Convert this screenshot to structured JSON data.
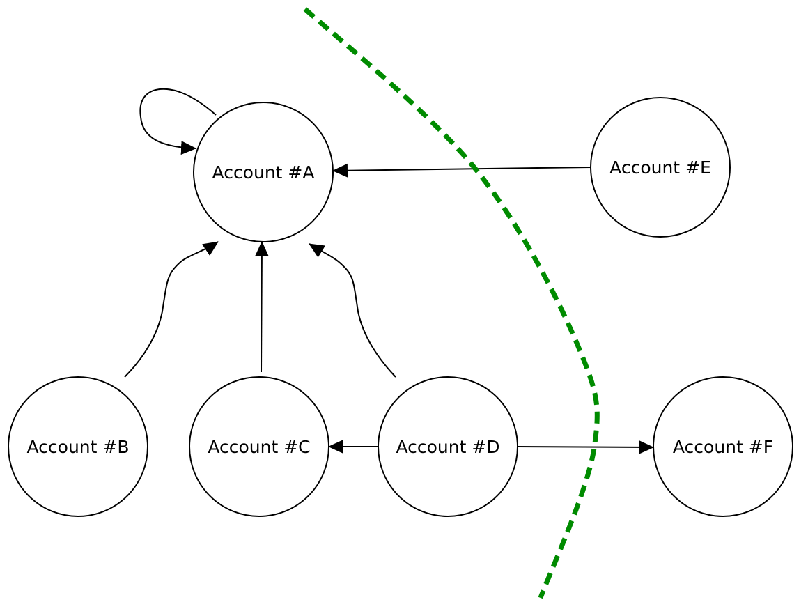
{
  "diagram": {
    "type": "directed-graph",
    "background": "#ffffff",
    "node_style": {
      "shape": "circle",
      "fill": "#ffffff",
      "stroke": "#000000"
    },
    "nodes": [
      {
        "id": "A",
        "label": "Account #A"
      },
      {
        "id": "B",
        "label": "Account #B"
      },
      {
        "id": "C",
        "label": "Account #C"
      },
      {
        "id": "D",
        "label": "Account #D"
      },
      {
        "id": "E",
        "label": "Account #E"
      },
      {
        "id": "F",
        "label": "Account #F"
      }
    ],
    "edges": [
      {
        "from": "A",
        "to": "A",
        "type": "self-loop"
      },
      {
        "from": "B",
        "to": "A",
        "type": "curved"
      },
      {
        "from": "C",
        "to": "A",
        "type": "straight"
      },
      {
        "from": "D",
        "to": "A",
        "type": "curved"
      },
      {
        "from": "E",
        "to": "A",
        "type": "straight"
      },
      {
        "from": "D",
        "to": "C",
        "type": "straight"
      },
      {
        "from": "D",
        "to": "F",
        "type": "straight"
      }
    ],
    "divider": {
      "color": "#008b00",
      "style": "dashed"
    }
  }
}
